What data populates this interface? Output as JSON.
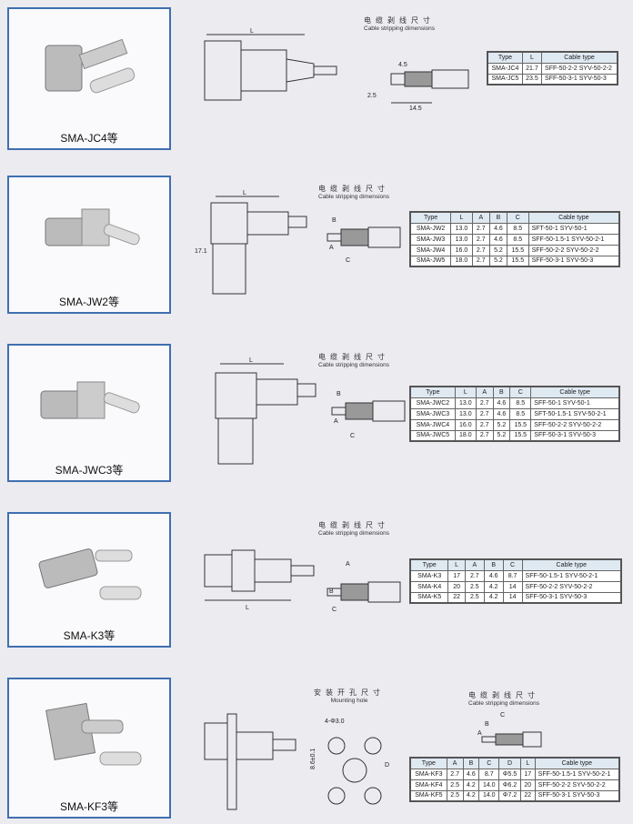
{
  "sections": [
    {
      "caption": "SMA-JC4等",
      "heading_cn": "电缆剥线尺寸",
      "heading_en": "Cable stripping dimensions",
      "dims": {
        "L": "L",
        "a": "4.5",
        "b": "2.5",
        "c": "14.5"
      },
      "table": {
        "headers": [
          "Type",
          "L",
          "Cable type"
        ],
        "rows": [
          [
            "SMA-JC4",
            "21.7",
            "SFF-50-2-2 SYV-50-2-2"
          ],
          [
            "SMA-JC5",
            "23.5",
            "SFF-50-3-1 SYV-50-3"
          ]
        ]
      }
    },
    {
      "caption": "SMA-JW2等",
      "heading_cn": "电缆剥线尺寸",
      "heading_en": "Cable stripping dimensions",
      "dims": {
        "L": "L",
        "h": "17.1",
        "A": "A",
        "B": "B",
        "C": "C"
      },
      "table": {
        "headers": [
          "Type",
          "L",
          "A",
          "B",
          "C",
          "Cable type"
        ],
        "rows": [
          [
            "SMA-JW2",
            "13.0",
            "2.7",
            "4.6",
            "8.5",
            "SFT-50-1   SYV-50-1"
          ],
          [
            "SMA-JW3",
            "13.0",
            "2.7",
            "4.6",
            "8.5",
            "SFF-50-1.5-1  SYV-50-2-1"
          ],
          [
            "SMA-JW4",
            "16.0",
            "2.7",
            "5.2",
            "15.5",
            "SFF-50-2-2  SYV-50-2-2"
          ],
          [
            "SMA-JW5",
            "18.0",
            "2.7",
            "5.2",
            "15.5",
            "SFF-50-3-1  SYV-50-3"
          ]
        ]
      }
    },
    {
      "caption": "SMA-JWC3等",
      "heading_cn": "电缆剥线尺寸",
      "heading_en": "Cable stripping dimensions",
      "dims": {
        "L": "L",
        "A": "A",
        "B": "B",
        "C": "C"
      },
      "table": {
        "headers": [
          "Type",
          "L",
          "A",
          "B",
          "C",
          "Cable type"
        ],
        "rows": [
          [
            "SMA-JWC2",
            "13.0",
            "2.7",
            "4.6",
            "8.5",
            "SFF-50-1   SYV-50-1"
          ],
          [
            "SMA-JWC3",
            "13.0",
            "2.7",
            "4.6",
            "8.5",
            "SFT-50-1.5-1  SYV-50-2-1"
          ],
          [
            "SMA-JWC4",
            "16.0",
            "2.7",
            "5.2",
            "15.5",
            "SFF-50-2-2  SYV-50-2-2"
          ],
          [
            "SMA-JWC5",
            "18.0",
            "2.7",
            "5.2",
            "15.5",
            "SFF-50-3-1  SYV-50-3"
          ]
        ]
      }
    },
    {
      "caption": "SMA-K3等",
      "heading_cn": "电缆剥线尺寸",
      "heading_en": "Cable stripping dimensions",
      "dims": {
        "L": "L",
        "A": "A",
        "B": "B",
        "C": "C"
      },
      "table": {
        "headers": [
          "Type",
          "L",
          "A",
          "B",
          "C",
          "Cable type"
        ],
        "rows": [
          [
            "SMA-K3",
            "17",
            "2.7",
            "4.6",
            "8.7",
            "SFF-50-1.5-1  SYV-50-2-1"
          ],
          [
            "SMA-K4",
            "20",
            "2.5",
            "4.2",
            "14",
            "SFF-50-2-2  SYV-50-2-2"
          ],
          [
            "SMA-K5",
            "22",
            "2.5",
            "4.2",
            "14",
            "SFF-50-3-1  SYV-50-3"
          ]
        ]
      }
    },
    {
      "caption": "SMA-KF3等",
      "heading_cn": "电缆剥线尺寸",
      "heading_en": "Cable stripping dimensions",
      "mount_cn": "安装开孔尺寸",
      "mount_en": "Mounting hole",
      "dims": {
        "hole": "4-Φ3.0",
        "h": "8.6±0.1",
        "D": "D",
        "A": "A",
        "B": "B",
        "C": "C"
      },
      "table": {
        "headers": [
          "Type",
          "A",
          "B",
          "C",
          "D",
          "L",
          "Cable type"
        ],
        "rows": [
          [
            "SMA-KF3",
            "2.7",
            "4.6",
            "8.7",
            "Φ5.5",
            "17",
            "SFF-50-1.5-1  SYV-50-2-1"
          ],
          [
            "SMA-KF4",
            "2.5",
            "4.2",
            "14.0",
            "Φ6.2",
            "20",
            "SFF-50-2-2  SYV-50-2-2"
          ],
          [
            "SMA-KF5",
            "2.5",
            "4.2",
            "14.0",
            "Φ7.2",
            "22",
            "SFF-50-3-1  SYV-50-3"
          ]
        ]
      }
    }
  ]
}
